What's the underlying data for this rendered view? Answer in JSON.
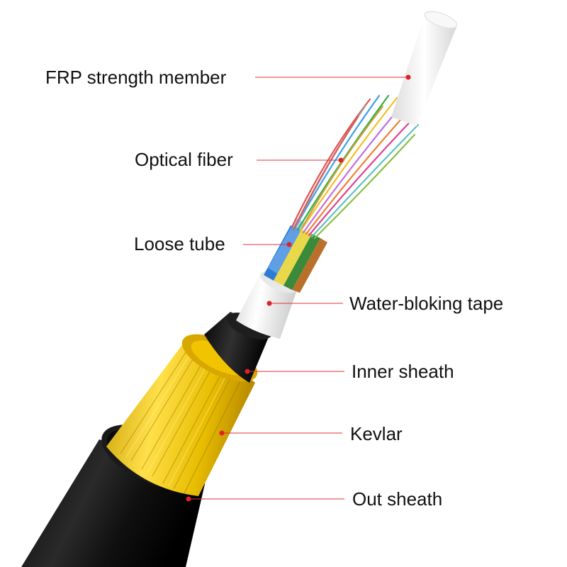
{
  "labels": {
    "frp": "FRP strength member",
    "fiber": "Optical fiber",
    "loose_tube": "Loose tube",
    "water_tape": "Water-bloking tape",
    "inner_sheath": "Inner sheath",
    "kevlar": "Kevlar",
    "out_sheath": "Out sheath"
  },
  "colors": {
    "leader": "#e0303a",
    "dot": "#e0202a",
    "sheath": "#121212",
    "kevlar": "#e3b800",
    "tape": "#f4f4f4",
    "frp": "#f2f2f2"
  }
}
